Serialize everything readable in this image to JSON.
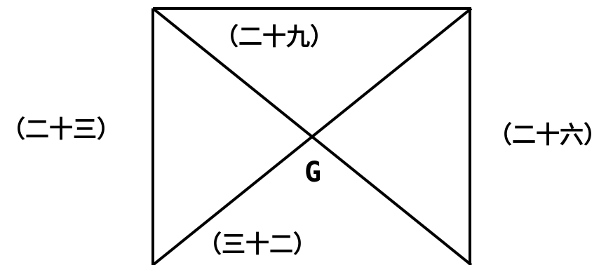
{
  "labels": {
    "top": "（二十九）",
    "left": "（二十三）",
    "right": "（二十六）",
    "bottom": "（三十二）"
  },
  "point": "G",
  "colors": {
    "stroke": "#000000",
    "background": "#ffffff"
  }
}
